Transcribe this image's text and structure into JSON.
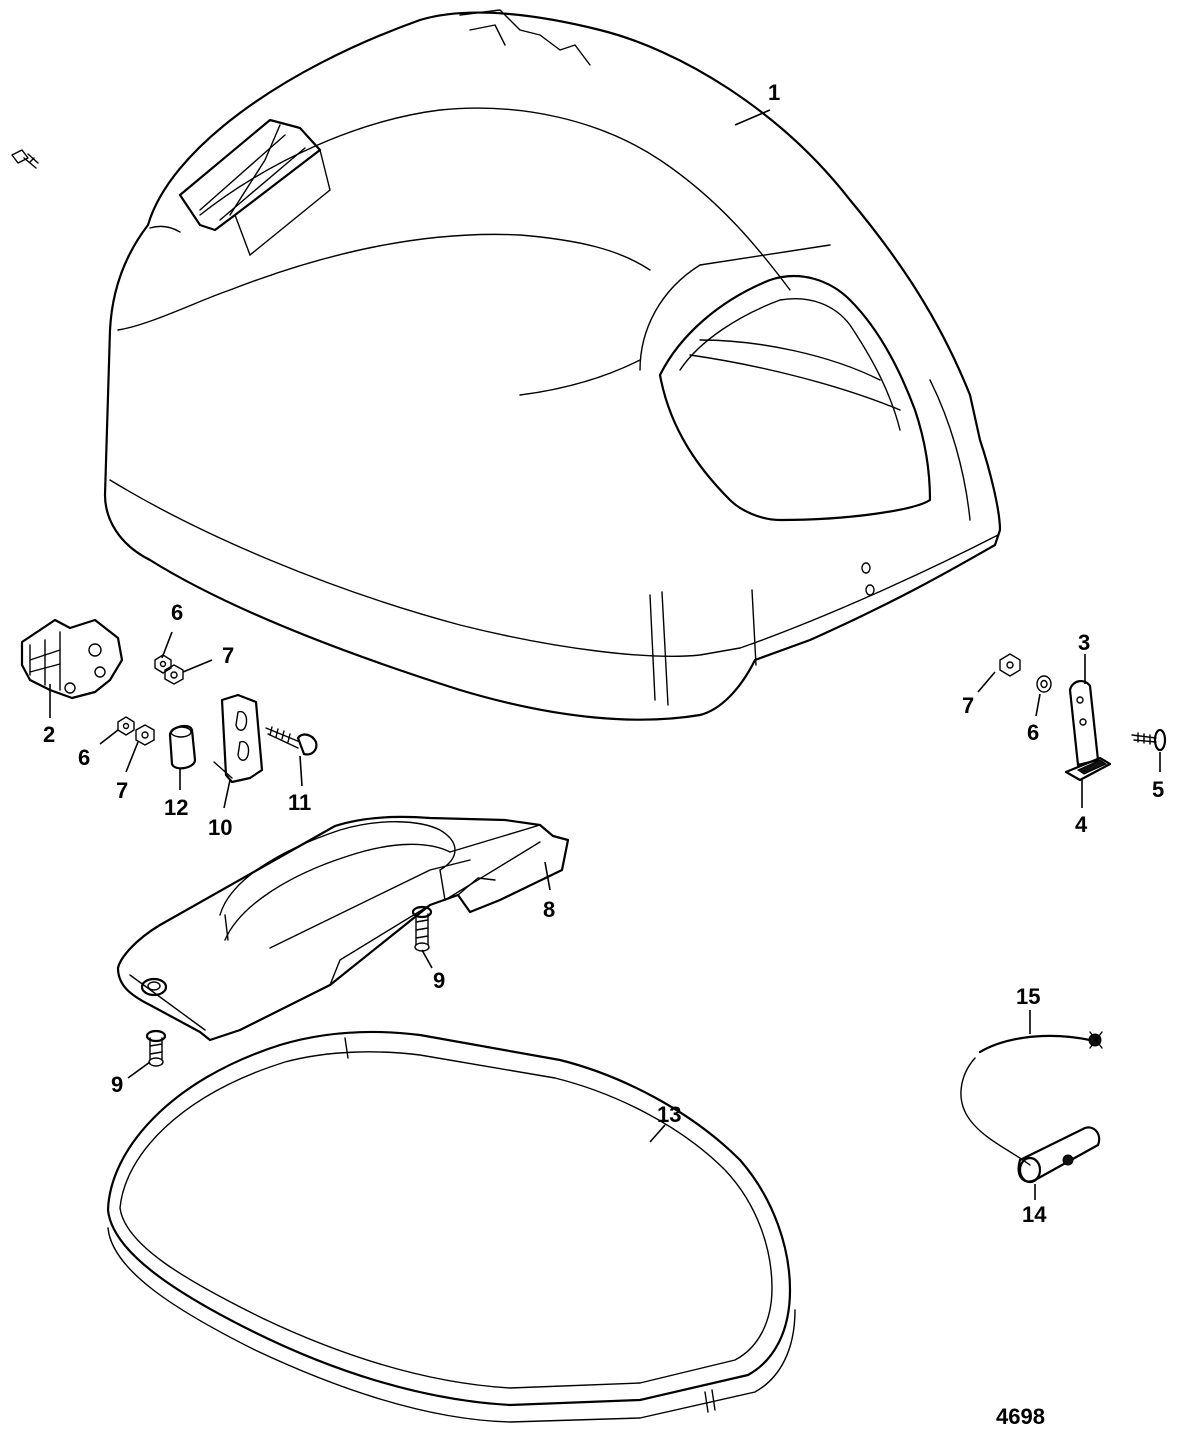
{
  "callouts": {
    "c1": "1",
    "c2": "2",
    "c3": "3",
    "c4": "4",
    "c5": "5",
    "c6a": "6",
    "c6b": "6",
    "c6c": "6",
    "c7a": "7",
    "c7b": "7",
    "c7c": "7",
    "c8": "8",
    "c9a": "9",
    "c9b": "9",
    "c10": "10",
    "c11": "11",
    "c12": "12",
    "c13": "13",
    "c14": "14",
    "c15": "15"
  },
  "figure_number": "4698"
}
